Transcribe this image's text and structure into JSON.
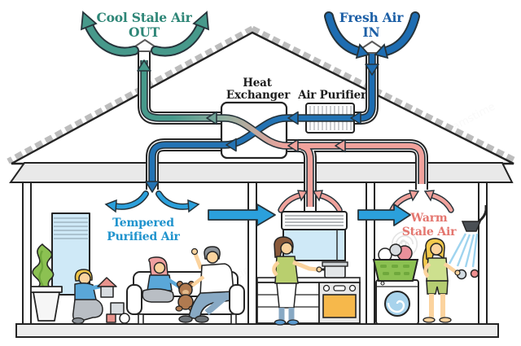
{
  "diagram": {
    "labels": {
      "cool_stale_air": {
        "line1": "Cool Stale Air",
        "line2": "OUT"
      },
      "fresh_air": {
        "line1": "Fresh Air",
        "line2": "IN"
      },
      "heat_exchanger": {
        "line1": "Heat",
        "line2": "Exchanger"
      },
      "air_purifier": "Air Purifier",
      "tempered_purified_air": {
        "line1": "Tempered",
        "line2": "Purified Air"
      },
      "warm_stale_air": {
        "line1": "Warm",
        "line2": "Stale Air"
      }
    },
    "colors": {
      "stale_out_teal": "#47998b",
      "stale_out_text": "#2e8677",
      "fresh_in_blue": "#1e6db2",
      "fresh_in_text": "#1c5fa6",
      "supply_light_blue": "#2ba0dc",
      "supply_text": "#1f93cd",
      "warm_stale_pink": "#f0a29c",
      "warm_stale_text": "#e4766f",
      "outline": "#242424",
      "roof_gray": "#e9e9e9"
    },
    "watermark": "dreamstime"
  }
}
